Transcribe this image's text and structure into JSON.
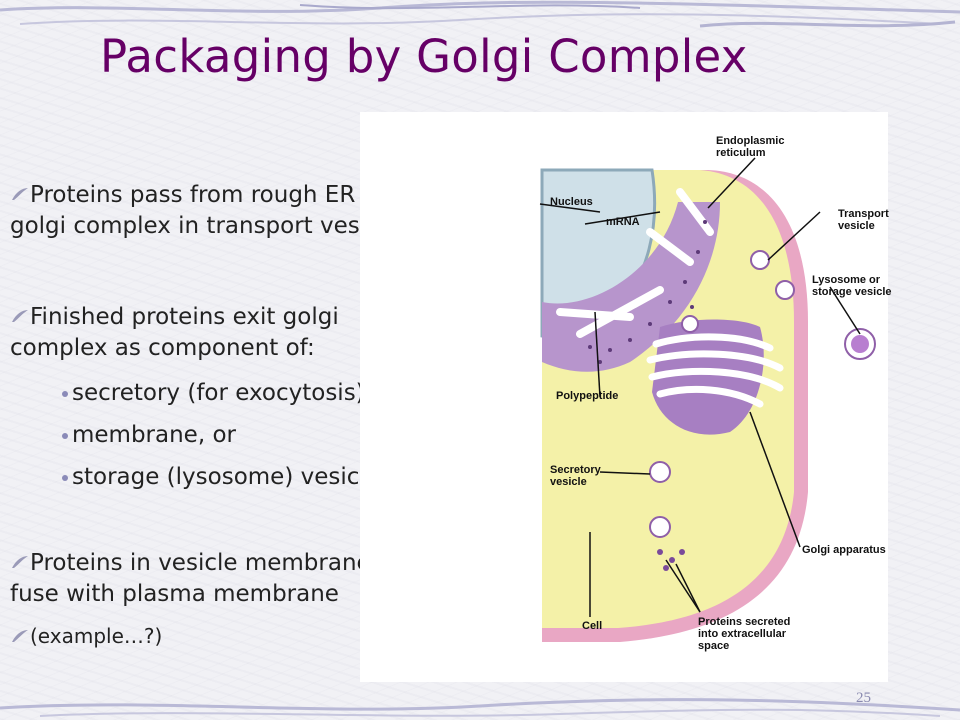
{
  "slide": {
    "title": "Packaging by Golgi Complex",
    "number": "25"
  },
  "bullets": [
    {
      "line1": "Proteins pass from rough ER to",
      "line2": "golgi complex in transport vesicles"
    },
    {
      "line1": "Finished proteins exit golgi",
      "line2": "complex as component of:"
    },
    {
      "line1": "Proteins in vesicle membranes",
      "line2": "fuse with plasma membrane"
    }
  ],
  "sub_bullets": [
    "secretory (for exocytosis),",
    "membrane, or",
    "storage (lysosome) vesicles"
  ],
  "small_bullet": "(example…?)",
  "figure_labels": {
    "er_1": "Endoplasmic",
    "er_2": "reticulum",
    "nucleus": "Nucleus",
    "mrna": "mRNA",
    "transport_1": "Transport",
    "transport_2": "vesicle",
    "lysosome_1": "Lysosome or",
    "lysosome_2": "storage vesicle",
    "polypeptide": "Polypeptide",
    "secretory_1": "Secretory",
    "secretory_2": "vesicle",
    "golgi": "Golgi apparatus",
    "cell": "Cell",
    "proteins_1": "Proteins secreted",
    "proteins_2": "into extracellular",
    "proteins_3": "space"
  },
  "colors": {
    "title": "#660066",
    "cytoplasm": "#f4f1a8",
    "golgi": "#a77fc2",
    "membrane": "#e9a7c4"
  }
}
